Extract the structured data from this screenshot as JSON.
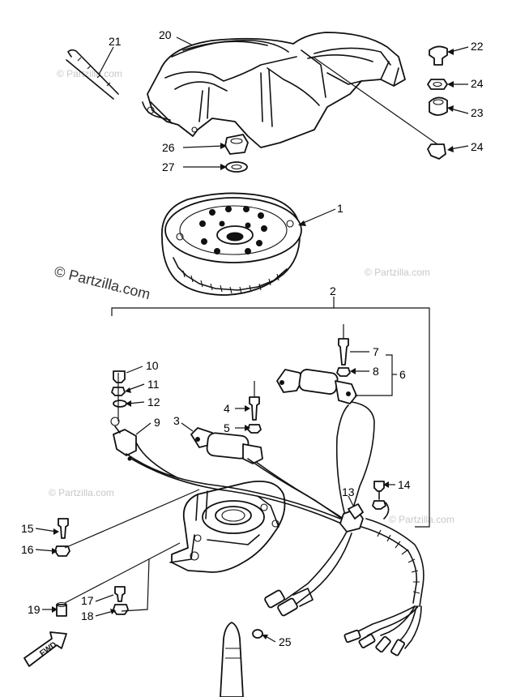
{
  "watermark": {
    "brand": "© Partzilla.com",
    "small": "© Partzilla.com"
  },
  "fwd_label": "FWD",
  "callouts": {
    "c1": "1",
    "c2": "2",
    "c3": "3",
    "c4": "4",
    "c5": "5",
    "c6": "6",
    "c7": "7",
    "c8": "8",
    "c9": "9",
    "c10": "10",
    "c11": "11",
    "c12": "12",
    "c13": "13",
    "c14": "14",
    "c15": "15",
    "c16": "16",
    "c17": "17",
    "c18": "18",
    "c19": "19",
    "c20": "20",
    "c21": "21",
    "c22": "22",
    "c23": "23",
    "c24a": "24",
    "c24b": "24",
    "c25": "25",
    "c26": "26",
    "c27": "27"
  }
}
